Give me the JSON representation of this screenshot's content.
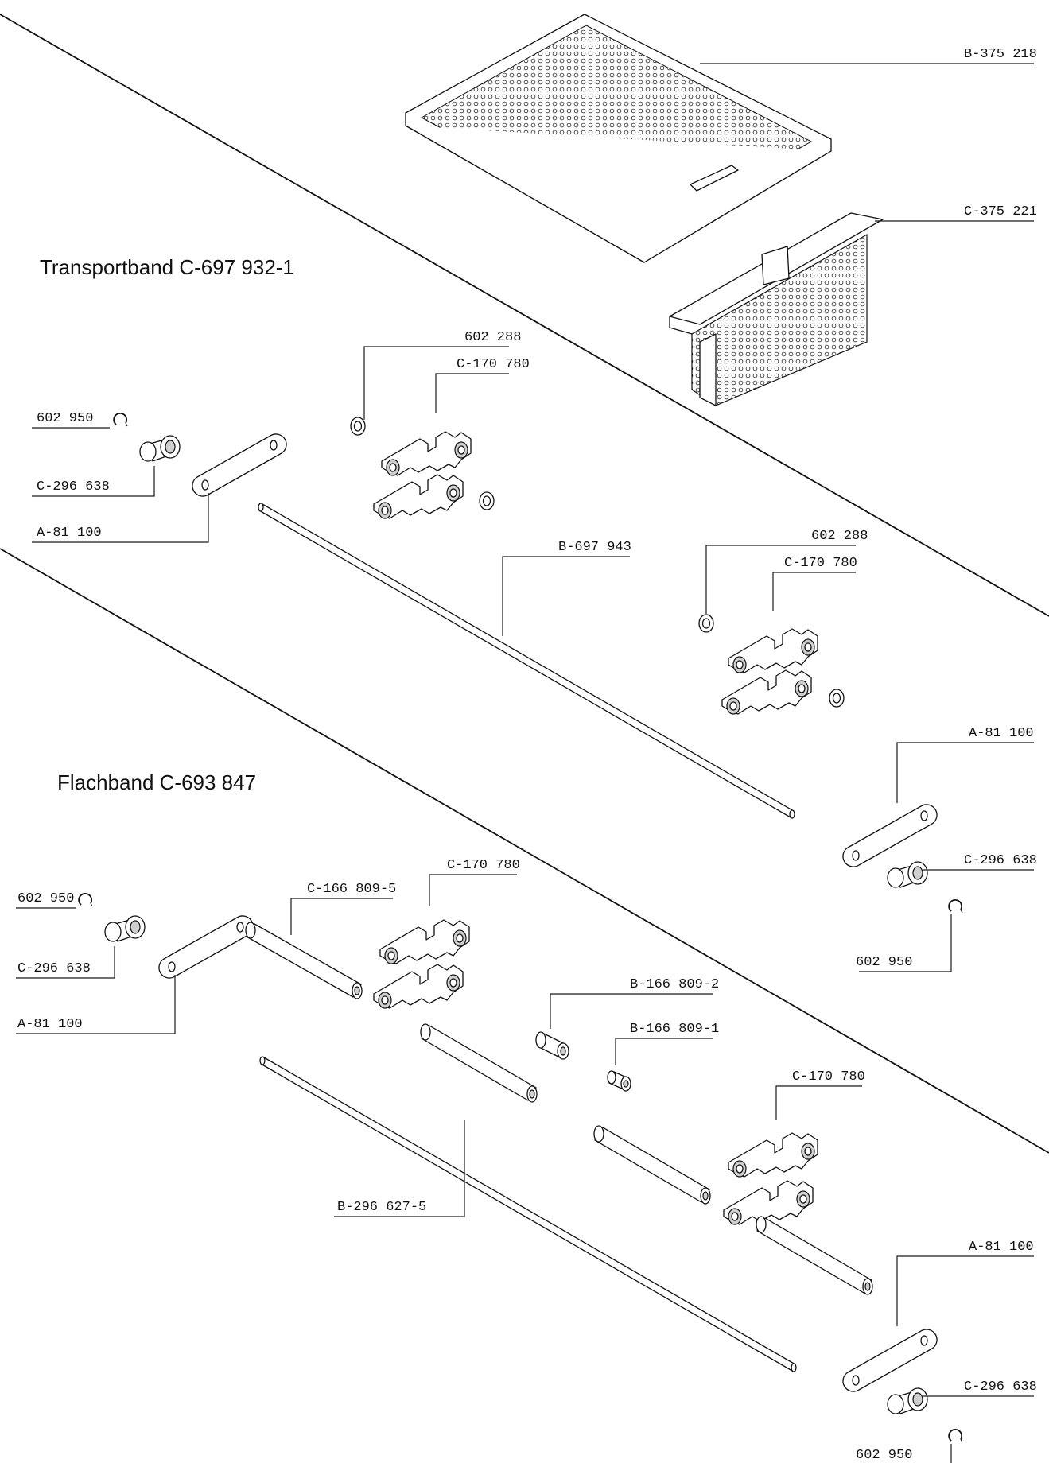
{
  "sections": {
    "transportband": "Transportband C-697 932-1",
    "flachband": "Flachband C-693 847"
  },
  "labels": {
    "filter_plate": "B-375 218",
    "filter_basket": "C-375 221",
    "t_washer_1": "602 288",
    "t_link_1": "C-170 780",
    "t_clip_left": "602 950",
    "t_bush_left": "C-296 638",
    "t_plate_left": "A-81 100",
    "t_rod": "B-697 943",
    "t_washer_2": "602 288",
    "t_link_2": "C-170 780",
    "t_plate_right": "A-81 100",
    "t_bush_right": "C-296 638",
    "t_clip_right": "602 950",
    "f_link_1": "C-170 780",
    "f_clip_left": "602 950",
    "f_tube_1": "C-166 809-5",
    "f_bush_left": "C-296 638",
    "f_plate_left": "A-81 100",
    "f_spacer_2": "B-166 809-2",
    "f_spacer_1": "B-166 809-1",
    "f_link_2": "C-170 780",
    "f_rod": "B-296 627-5",
    "f_plate_right": "A-81 100",
    "f_bush_right": "C-296 638",
    "f_clip_right": "602 950"
  }
}
